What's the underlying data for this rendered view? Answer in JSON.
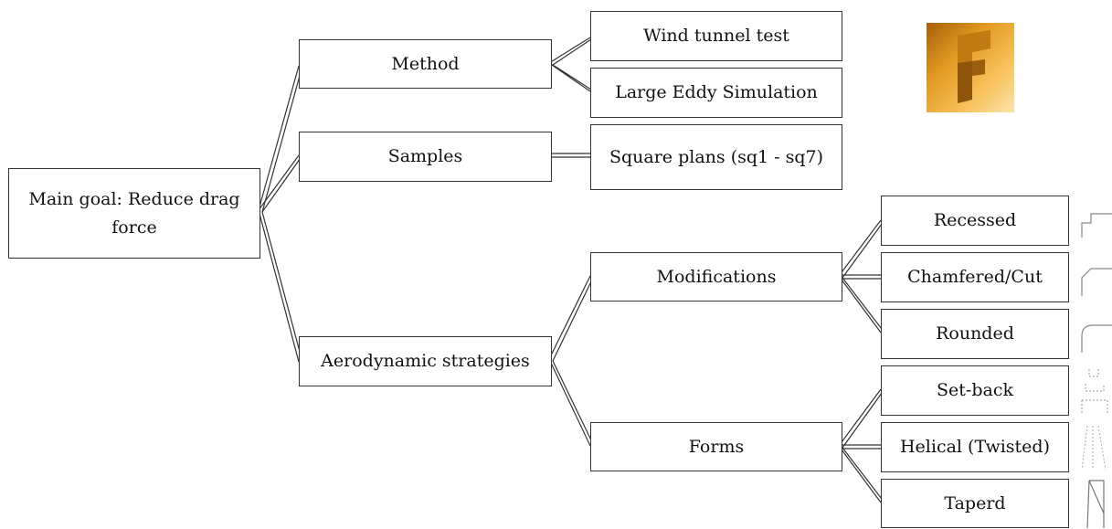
{
  "diagram": {
    "main_goal": {
      "line1": "Main goal:",
      "line2": "Reduce drag force"
    },
    "method": {
      "label": "Method",
      "options": [
        "Wind tunnel test",
        "Large Eddy Simulation"
      ]
    },
    "samples": {
      "label": "Samples",
      "detail": {
        "line1": "Square plans",
        "line2": "(sq1 - sq7)"
      }
    },
    "strategies": {
      "label": "Aerodynamic strategies",
      "modifications": {
        "label": "Modifications",
        "items": [
          "Recessed",
          "Chamfered/Cut",
          "Rounded"
        ]
      },
      "forms": {
        "label": "Forms",
        "items": [
          "Set-back",
          "Helical (Twisted)",
          "Taperd"
        ]
      }
    }
  },
  "logo_icon": "autodesk-flow-design-logo",
  "colors": {
    "logo_dark": "#a76008",
    "logo_mid": "#e29a22",
    "logo_light": "#fbe3ae",
    "line": "#333333"
  }
}
